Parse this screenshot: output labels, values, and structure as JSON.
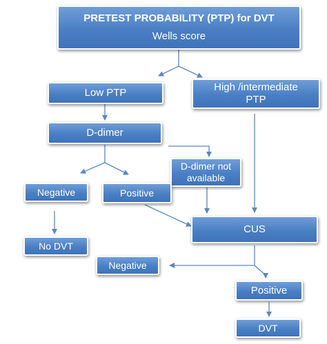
{
  "nodes": {
    "pretest": {
      "title": "PRETEST PROBABILITY (PTP) for DVT",
      "subtitle": "Wells  score"
    },
    "low_ptp": {
      "label": "Low  PTP"
    },
    "high_ptp": {
      "line1": "High /intermediate",
      "line2": "PTP"
    },
    "d_dimer": {
      "label": "D-dimer"
    },
    "d_dimer_na": {
      "line1": "D-dimer not",
      "line2": "available"
    },
    "negative_left": {
      "label": "Negative"
    },
    "positive_mid": {
      "label": "Positive"
    },
    "no_dvt": {
      "label": "No DVT"
    },
    "cus": {
      "label": "CUS"
    },
    "negative_bottom": {
      "label": "Negative"
    },
    "positive_bottom": {
      "label": "Positive"
    },
    "dvt": {
      "label": "DVT"
    }
  },
  "colors": {
    "box_fill": "#4a7fc4",
    "box_border": "#ffffff",
    "text": "#ffffff",
    "connector": "#5b86c2"
  }
}
